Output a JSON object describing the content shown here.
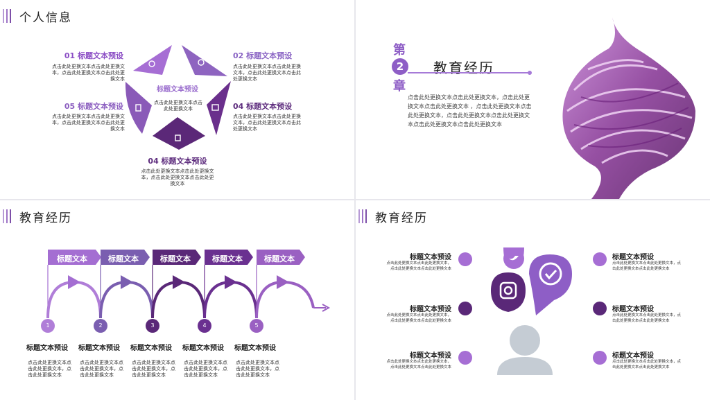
{
  "slide1": {
    "title": "个人信息",
    "center_title": "标题文本预设",
    "center_text": "点击此处更换文本点击此处更换文本",
    "items": [
      {
        "title": "01 标题文本预设",
        "text": "点击此处更换文本点击此处更换文本，点击此处更换文本点击此处更换文本"
      },
      {
        "title": "02 标题文本预设",
        "text": "点击此处更换文本点击此处更换文本，点击此处更换文本点击此处更换文本"
      },
      {
        "title": "04 标题文本预设",
        "text": "点击此处更换文本点击此处更换文本，点击此处更换文本点击此处更换文本"
      },
      {
        "title": "05 标题文本预设",
        "text": "点击此处更换文本点击此处更换文本，点击此处更换文本点击此处更换文本"
      },
      {
        "title": "04 标题文本预设",
        "text": "点击此处更换文本点击此处更换文本，点击此处更换文本点击此处更换文本"
      }
    ]
  },
  "slide2": {
    "chapter_top": "第",
    "chapter_num": "2",
    "chapter_bottom": "章",
    "title": "教育经历",
    "text": "点击此处更换文本点击此处更换文本，点击此处更换文本点击此处更换文本 ，点击此处更换文本点击此处更换文本，点击此处更换文本点击此处更换文本点击此处更换文本点击此处更换文本"
  },
  "slide3": {
    "title": "教育经历",
    "banners": [
      "标题文本",
      "标题文本",
      "标题文本",
      "标题文本",
      "标题文本"
    ],
    "nums": [
      "1",
      "2",
      "3",
      "4",
      "5"
    ],
    "item_titles": [
      "标题文本预设",
      "标题文本预设",
      "标题文本预设",
      "标题文本预设",
      "标题文本预设"
    ],
    "item_texts": [
      "点击此处更换文本点击此处更换文本，点击此处更换文本",
      "点击此处更换文本点击此处更换文本，点击此处更换文本",
      "点击此处更换文本点击此处更换文本，点击此处更换文本",
      "点击此处更换文本点击此处更换文本，点击此处更换文本",
      "点击此处更换文本点击此处更换文本，点击此处更换文本"
    ]
  },
  "slide4": {
    "title": "教育经历",
    "left": [
      {
        "title": "标题文本预设",
        "text": "点击此处更换文本点击此处更换文本，点击此处更换文本点击此处更换文本",
        "icon": "wrench-icon"
      },
      {
        "title": "标题文本预设",
        "text": "点击此处更换文本点击此处更换文本，点击此处更换文本点击此处更换文本",
        "icon": "bell-icon"
      },
      {
        "title": "标题文本预设",
        "text": "点击此处更换文本点击此处更换文本，点击此处更换文本点击此处更换文本",
        "icon": "download-icon"
      }
    ],
    "right": [
      {
        "title": "标题文本预设",
        "text": "点击此处更换文本点击此处更换文本，点击此处更换文本点击此处更换文本",
        "icon": "gear-icon"
      },
      {
        "title": "标题文本预设",
        "text": "点击此处更换文本点击此处更换文本，点击此处更换文本点击此处更换文本",
        "icon": "tools-icon"
      },
      {
        "title": "标题文本预设",
        "text": "点击此处更换文本点击此处更换文本，点击此处更换文本点击此处更换文本",
        "icon": "megaphone-icon"
      }
    ]
  },
  "colors": {
    "purple_light": "#b68ee0",
    "purple": "#8e5ec6",
    "purple_dark": "#5c2a7e",
    "gray": "#c5ccd4"
  }
}
